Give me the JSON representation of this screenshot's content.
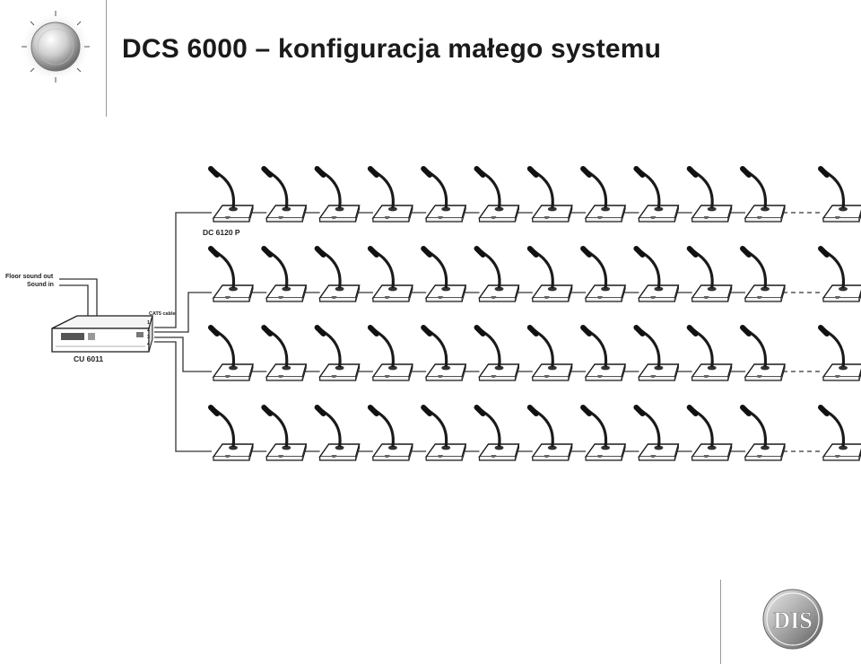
{
  "title": "DCS 6000 – konfiguracja małego systemu",
  "diagram": {
    "central_unit_label": "CU 6011",
    "delegate_unit_label": "DC 6120 P",
    "cable_label": "CAT5 cable",
    "audio_out_label": "Floor sound out",
    "audio_in_label": "Sound in",
    "port_labels": [
      "1",
      "2",
      "3",
      "4"
    ],
    "units_per_line_drawn": 12,
    "lines": 4
  },
  "logo_text": "DIS",
  "icons": [
    "control-knob-icon",
    "dis-logo-icon",
    "microphone-unit-icon",
    "central-unit-icon"
  ]
}
